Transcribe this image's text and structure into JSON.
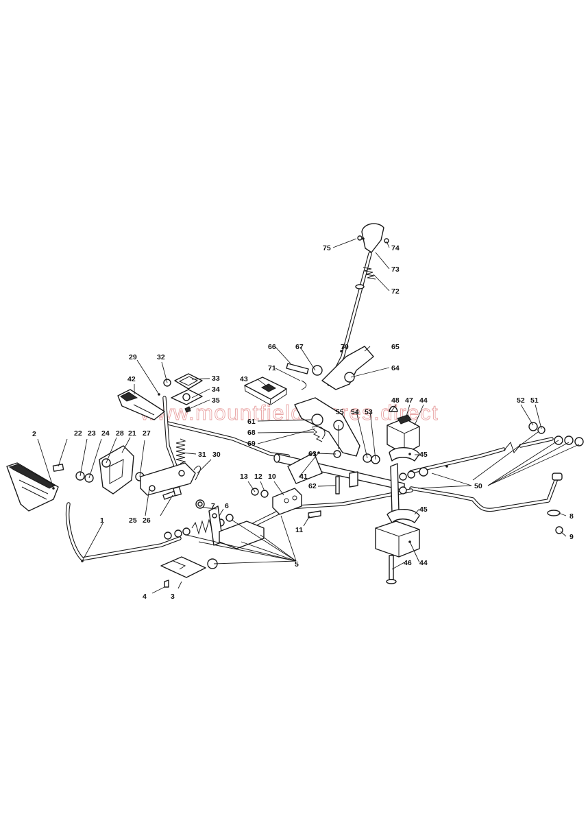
{
  "watermark": "www.mountfieldspares.direct",
  "callouts": [
    {
      "id": "c1",
      "label": "1"
    },
    {
      "id": "c2",
      "label": "2"
    },
    {
      "id": "c3",
      "label": "3"
    },
    {
      "id": "c4",
      "label": "4"
    },
    {
      "id": "c5",
      "label": "5"
    },
    {
      "id": "c6",
      "label": "6"
    },
    {
      "id": "c7",
      "label": "7"
    },
    {
      "id": "c8",
      "label": "8"
    },
    {
      "id": "c9",
      "label": "9"
    },
    {
      "id": "c10",
      "label": "10"
    },
    {
      "id": "c11",
      "label": "11"
    },
    {
      "id": "c12",
      "label": "12"
    },
    {
      "id": "c13",
      "label": "13"
    },
    {
      "id": "c21",
      "label": "21"
    },
    {
      "id": "c22",
      "label": "22"
    },
    {
      "id": "c23",
      "label": "23"
    },
    {
      "id": "c24",
      "label": "24"
    },
    {
      "id": "c25",
      "label": "25"
    },
    {
      "id": "c26",
      "label": "26"
    },
    {
      "id": "c27",
      "label": "27"
    },
    {
      "id": "c28",
      "label": "28"
    },
    {
      "id": "c29",
      "label": "29"
    },
    {
      "id": "c30",
      "label": "30"
    },
    {
      "id": "c31",
      "label": "31"
    },
    {
      "id": "c32",
      "label": "32"
    },
    {
      "id": "c33",
      "label": "33"
    },
    {
      "id": "c34",
      "label": "34"
    },
    {
      "id": "c35",
      "label": "35"
    },
    {
      "id": "c41",
      "label": "41"
    },
    {
      "id": "c42",
      "label": "42"
    },
    {
      "id": "c43",
      "label": "43"
    },
    {
      "id": "c44a",
      "label": "44"
    },
    {
      "id": "c44b",
      "label": "44"
    },
    {
      "id": "c45a",
      "label": "45"
    },
    {
      "id": "c45b",
      "label": "45"
    },
    {
      "id": "c46",
      "label": "46"
    },
    {
      "id": "c47",
      "label": "47"
    },
    {
      "id": "c48",
      "label": "48"
    },
    {
      "id": "c50",
      "label": "50"
    },
    {
      "id": "c51",
      "label": "51"
    },
    {
      "id": "c52",
      "label": "52"
    },
    {
      "id": "c53",
      "label": "53"
    },
    {
      "id": "c54",
      "label": "54"
    },
    {
      "id": "c55",
      "label": "55"
    },
    {
      "id": "c61",
      "label": "61"
    },
    {
      "id": "c62",
      "label": "62"
    },
    {
      "id": "c63",
      "label": "63"
    },
    {
      "id": "c64",
      "label": "64"
    },
    {
      "id": "c65",
      "label": "65"
    },
    {
      "id": "c66",
      "label": "66"
    },
    {
      "id": "c67",
      "label": "67"
    },
    {
      "id": "c68",
      "label": "68"
    },
    {
      "id": "c69",
      "label": "69"
    },
    {
      "id": "c70",
      "label": "70"
    },
    {
      "id": "c71",
      "label": "71"
    },
    {
      "id": "c72",
      "label": "72"
    },
    {
      "id": "c73",
      "label": "73"
    },
    {
      "id": "c74",
      "label": "74"
    },
    {
      "id": "c75",
      "label": "75"
    }
  ]
}
